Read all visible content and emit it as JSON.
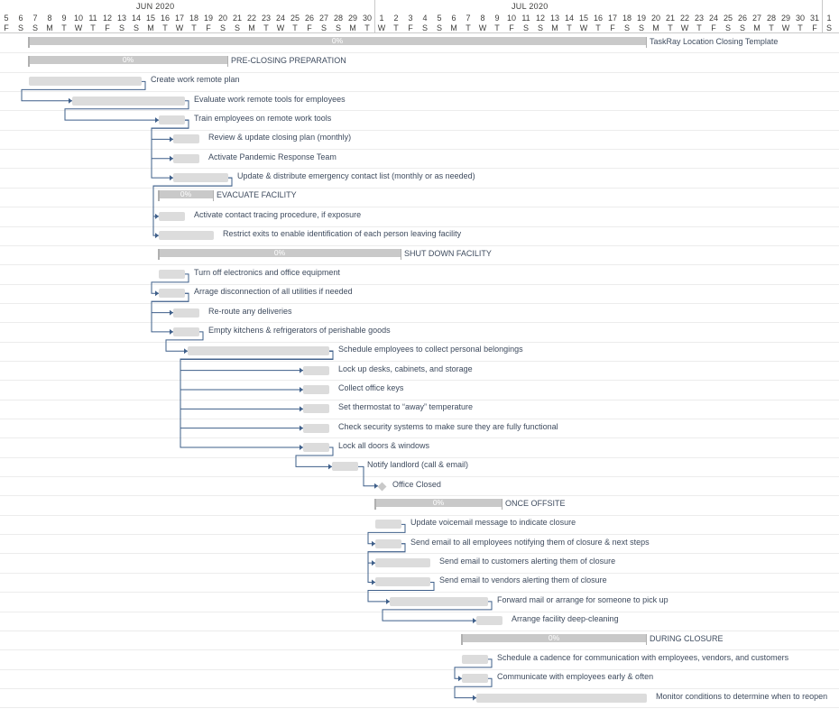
{
  "timeline": {
    "months": [
      {
        "label": "JUN 2020",
        "day_index": 10
      },
      {
        "label": "JUL 2020",
        "day_index": 36
      }
    ],
    "days": [
      "5",
      "6",
      "7",
      "8",
      "9",
      "10",
      "11",
      "12",
      "13",
      "14",
      "15",
      "16",
      "17",
      "18",
      "19",
      "20",
      "21",
      "22",
      "23",
      "24",
      "25",
      "26",
      "27",
      "28",
      "29",
      "30",
      "1",
      "2",
      "3",
      "4",
      "5",
      "6",
      "7",
      "8",
      "9",
      "10",
      "11",
      "12",
      "13",
      "14",
      "15",
      "16",
      "17",
      "18",
      "19",
      "20",
      "21",
      "22",
      "23",
      "24",
      "25",
      "26",
      "27",
      "28",
      "29",
      "30",
      "31",
      "1"
    ],
    "weekdays": [
      "F",
      "S",
      "S",
      "M",
      "T",
      "W",
      "T",
      "F",
      "S",
      "S",
      "M",
      "T",
      "W",
      "T",
      "F",
      "S",
      "S",
      "M",
      "T",
      "W",
      "T",
      "F",
      "S",
      "S",
      "M",
      "T",
      "W",
      "T",
      "F",
      "S",
      "S",
      "M",
      "T",
      "W",
      "T",
      "F",
      "S",
      "S",
      "M",
      "T",
      "W",
      "T",
      "F",
      "S",
      "S",
      "M",
      "T",
      "W",
      "T",
      "F",
      "S",
      "S",
      "M",
      "T",
      "W",
      "T",
      "F",
      "S"
    ],
    "month_boundaries_after_day_index": [
      25,
      56
    ]
  },
  "tasks": [
    {
      "id": "t0",
      "name": "TaskRay Location Closing Template",
      "type": "summary",
      "start": 2,
      "end": 44,
      "pct": "0%"
    },
    {
      "id": "t1",
      "name": "PRE-CLOSING PREPARATION",
      "type": "summary",
      "start": 2,
      "end": 15,
      "pct": "0%"
    },
    {
      "id": "t2",
      "name": "Create work remote plan",
      "type": "task",
      "start": 2,
      "end": 9
    },
    {
      "id": "t3",
      "name": "Evaluate work remote tools for employees",
      "type": "task",
      "start": 5,
      "end": 12
    },
    {
      "id": "t4",
      "name": "Train employees on remote work tools",
      "type": "task",
      "start": 11,
      "end": 12
    },
    {
      "id": "t5",
      "name": "Review & update closing plan (monthly)",
      "type": "task",
      "start": 12,
      "end": 13
    },
    {
      "id": "t6",
      "name": "Activate Pandemic Response Team",
      "type": "task",
      "start": 12,
      "end": 13
    },
    {
      "id": "t7",
      "name": "Update & distribute emergency contact list (monthly or as needed)",
      "type": "task",
      "start": 12,
      "end": 15
    },
    {
      "id": "t8",
      "name": "EVACUATE FACILITY",
      "type": "summary",
      "start": 11,
      "end": 14,
      "pct": "0%"
    },
    {
      "id": "t9",
      "name": "Activate contact tracing procedure, if exposure",
      "type": "task",
      "start": 11,
      "end": 12
    },
    {
      "id": "t10",
      "name": "Restrict exits to enable identification of each person leaving facility",
      "type": "task",
      "start": 11,
      "end": 14
    },
    {
      "id": "t11",
      "name": "SHUT DOWN FACILITY",
      "type": "summary",
      "start": 11,
      "end": 27,
      "pct": "0%"
    },
    {
      "id": "t12",
      "name": "Turn off electronics and office equipment",
      "type": "task",
      "start": 11,
      "end": 12
    },
    {
      "id": "t13",
      "name": "Arrage disconnection of all utilities if needed",
      "type": "task",
      "start": 11,
      "end": 12
    },
    {
      "id": "t14",
      "name": "Re-route any deliveries",
      "type": "task",
      "start": 12,
      "end": 13
    },
    {
      "id": "t15",
      "name": "Empty kitchens & refrigerators of perishable goods",
      "type": "task",
      "start": 12,
      "end": 13
    },
    {
      "id": "t16",
      "name": "Schedule employees to collect personal belongings",
      "type": "task",
      "start": 13,
      "end": 22
    },
    {
      "id": "t17",
      "name": "Lock up desks, cabinets, and storage",
      "type": "task",
      "start": 21,
      "end": 22
    },
    {
      "id": "t18",
      "name": "Collect office keys",
      "type": "task",
      "start": 21,
      "end": 22
    },
    {
      "id": "t19",
      "name": "Set thermostat to “away” temperature",
      "type": "task",
      "start": 21,
      "end": 22
    },
    {
      "id": "t20",
      "name": "Check security systems to make sure they are fully functional",
      "type": "task",
      "start": 21,
      "end": 22
    },
    {
      "id": "t21",
      "name": "Lock all doors & windows",
      "type": "task",
      "start": 21,
      "end": 22
    },
    {
      "id": "t22",
      "name": "Notify landlord (call & email)",
      "type": "task",
      "start": 23,
      "end": 24
    },
    {
      "id": "t23",
      "name": "Office Closed",
      "type": "milestone",
      "start": 26,
      "end": 26
    },
    {
      "id": "t24",
      "name": "ONCE OFFSITE",
      "type": "summary",
      "start": 26,
      "end": 34,
      "pct": "0%"
    },
    {
      "id": "t25",
      "name": "Update voicemail message to indicate closure",
      "type": "task",
      "start": 26,
      "end": 27
    },
    {
      "id": "t26",
      "name": "Send email to all employees notifying them of closure & next steps",
      "type": "task",
      "start": 26,
      "end": 27
    },
    {
      "id": "t27",
      "name": "Send email to customers alerting them of closure",
      "type": "task",
      "start": 26,
      "end": 29
    },
    {
      "id": "t28",
      "name": "Send email to vendors alerting them of closure",
      "type": "task",
      "start": 26,
      "end": 29
    },
    {
      "id": "t29",
      "name": "Forward mail or arrange for someone to pick up",
      "type": "task",
      "start": 27,
      "end": 33
    },
    {
      "id": "t30",
      "name": "Arrange facility deep-cleaning",
      "type": "task",
      "start": 33,
      "end": 34
    },
    {
      "id": "t31",
      "name": "DURING CLOSURE",
      "type": "summary",
      "start": 32,
      "end": 44,
      "pct": "0%"
    },
    {
      "id": "t32",
      "name": "Schedule a cadence for communication with employees, vendors, and customers",
      "type": "task",
      "start": 32,
      "end": 33
    },
    {
      "id": "t33",
      "name": "Communicate with employees early & often",
      "type": "task",
      "start": 32,
      "end": 33
    },
    {
      "id": "t34",
      "name": "Monitor conditions to determine when to reopen",
      "type": "task",
      "start": 33,
      "end": 44
    }
  ],
  "dependencies": [
    [
      "t2",
      "t3"
    ],
    [
      "t3",
      "t4"
    ],
    [
      "t4",
      "t5"
    ],
    [
      "t4",
      "t6"
    ],
    [
      "t4",
      "t7"
    ],
    [
      "t7",
      "t9"
    ],
    [
      "t7",
      "t10"
    ],
    [
      "t12",
      "t13"
    ],
    [
      "t13",
      "t14"
    ],
    [
      "t13",
      "t15"
    ],
    [
      "t15",
      "t16"
    ],
    [
      "t16",
      "t17"
    ],
    [
      "t16",
      "t18"
    ],
    [
      "t16",
      "t19"
    ],
    [
      "t16",
      "t20"
    ],
    [
      "t16",
      "t21"
    ],
    [
      "t21",
      "t22"
    ],
    [
      "t22",
      "t23"
    ],
    [
      "t25",
      "t26"
    ],
    [
      "t26",
      "t27"
    ],
    [
      "t26",
      "t28"
    ],
    [
      "t28",
      "t29"
    ],
    [
      "t29",
      "t30"
    ],
    [
      "t32",
      "t33"
    ],
    [
      "t33",
      "t34"
    ]
  ]
}
